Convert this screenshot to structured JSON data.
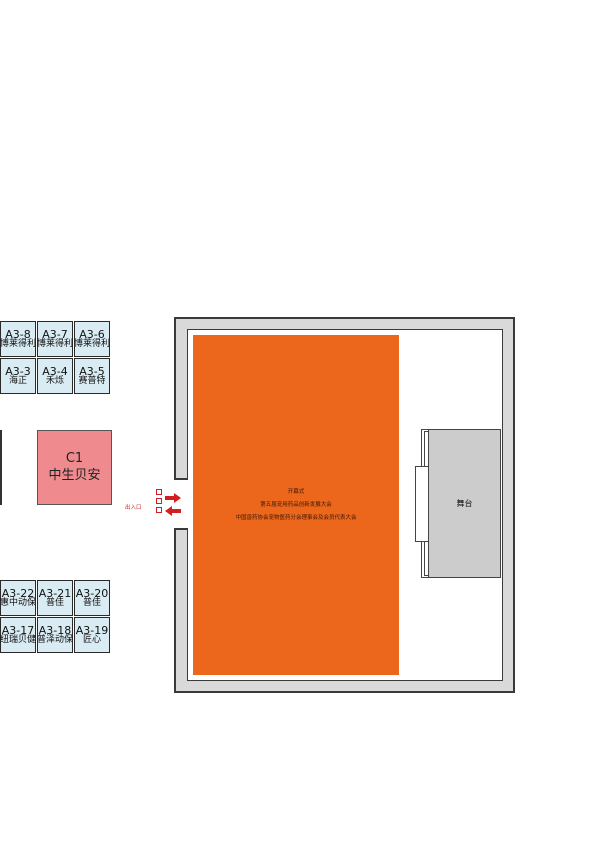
{
  "colors": {
    "booth_fill": "#d9ecf3",
    "sponsor_fill": "#ef8b8e",
    "meeting_area": "#ec661b",
    "stage_fill": "#cccccc",
    "arrow": "#d21f1f"
  },
  "booths_top": [
    {
      "code": "A3-8",
      "name": "博莱得利"
    },
    {
      "code": "A3-7",
      "name": "博莱得利"
    },
    {
      "code": "A3-6",
      "name": "博莱得利"
    },
    {
      "code": "A3-3",
      "name": "海正"
    },
    {
      "code": "A3-4",
      "name": "禾烁"
    },
    {
      "code": "A3-5",
      "name": "赛普特"
    }
  ],
  "booths_bottom": [
    {
      "code": "A3-22",
      "name": "惠中动保"
    },
    {
      "code": "A3-21",
      "name": "普佳"
    },
    {
      "code": "A3-20",
      "name": "普佳"
    },
    {
      "code": "A3-17",
      "name": "纽瑞贝健"
    },
    {
      "code": "A3-18",
      "name": "普泽动保"
    },
    {
      "code": "A3-19",
      "name": "匠心"
    }
  ],
  "sponsor": {
    "code": "C1",
    "name": "中生贝安"
  },
  "hall": {
    "lines": [
      "开幕式",
      "第五届宠用药品创新发展大会",
      "中国兽药协会宠物医药分会理事会及会员代表大会"
    ],
    "stage_label": "舞台",
    "entrance_label": "出入口"
  },
  "icons": [
    "entrance-arrow-icon",
    "exit-arrow-icon",
    "door-icon"
  ]
}
